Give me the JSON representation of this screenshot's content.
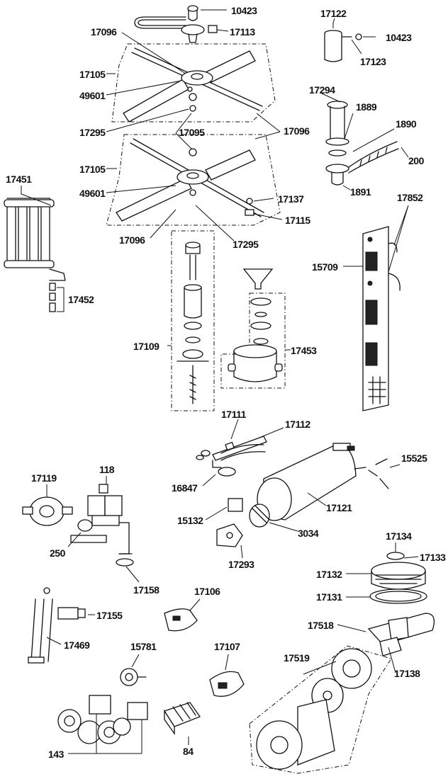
{
  "labels": {
    "p10423a": "10423",
    "p17096a": "17096",
    "p17113": "17113",
    "p17105a": "17105",
    "p49601a": "49601",
    "p17295a": "17295",
    "p17095": "17095",
    "p17096b": "17096",
    "p17105b": "17105",
    "p49601b": "49601",
    "p17137": "17137",
    "p17115": "17115",
    "p17096c": "17096",
    "p17295b": "17295",
    "p17122": "17122",
    "p10423b": "10423",
    "p17123": "17123",
    "p17294": "17294",
    "p1889": "1889",
    "p1890": "1890",
    "p200": "200",
    "p1891": "1891",
    "p17451": "17451",
    "p17452": "17452",
    "p17852": "17852",
    "p15709": "15709",
    "p17109": "17109",
    "p17453": "17453",
    "p17111": "17111",
    "p17112": "17112",
    "p15525": "15525",
    "p16847": "16847",
    "p17121": "17121",
    "p15132": "15132",
    "p3034": "3034",
    "p17293": "17293",
    "p17119": "17119",
    "p118": "118",
    "p250": "250",
    "p17158": "17158",
    "p17134": "17134",
    "p17133": "17133",
    "p17132": "17132",
    "p17131": "17131",
    "p17518": "17518",
    "p17138": "17138",
    "p17519": "17519",
    "p17106": "17106",
    "p17155": "17155",
    "p17469": "17469",
    "p15781": "15781",
    "p17107": "17107",
    "p143": "143",
    "p84": "84"
  }
}
